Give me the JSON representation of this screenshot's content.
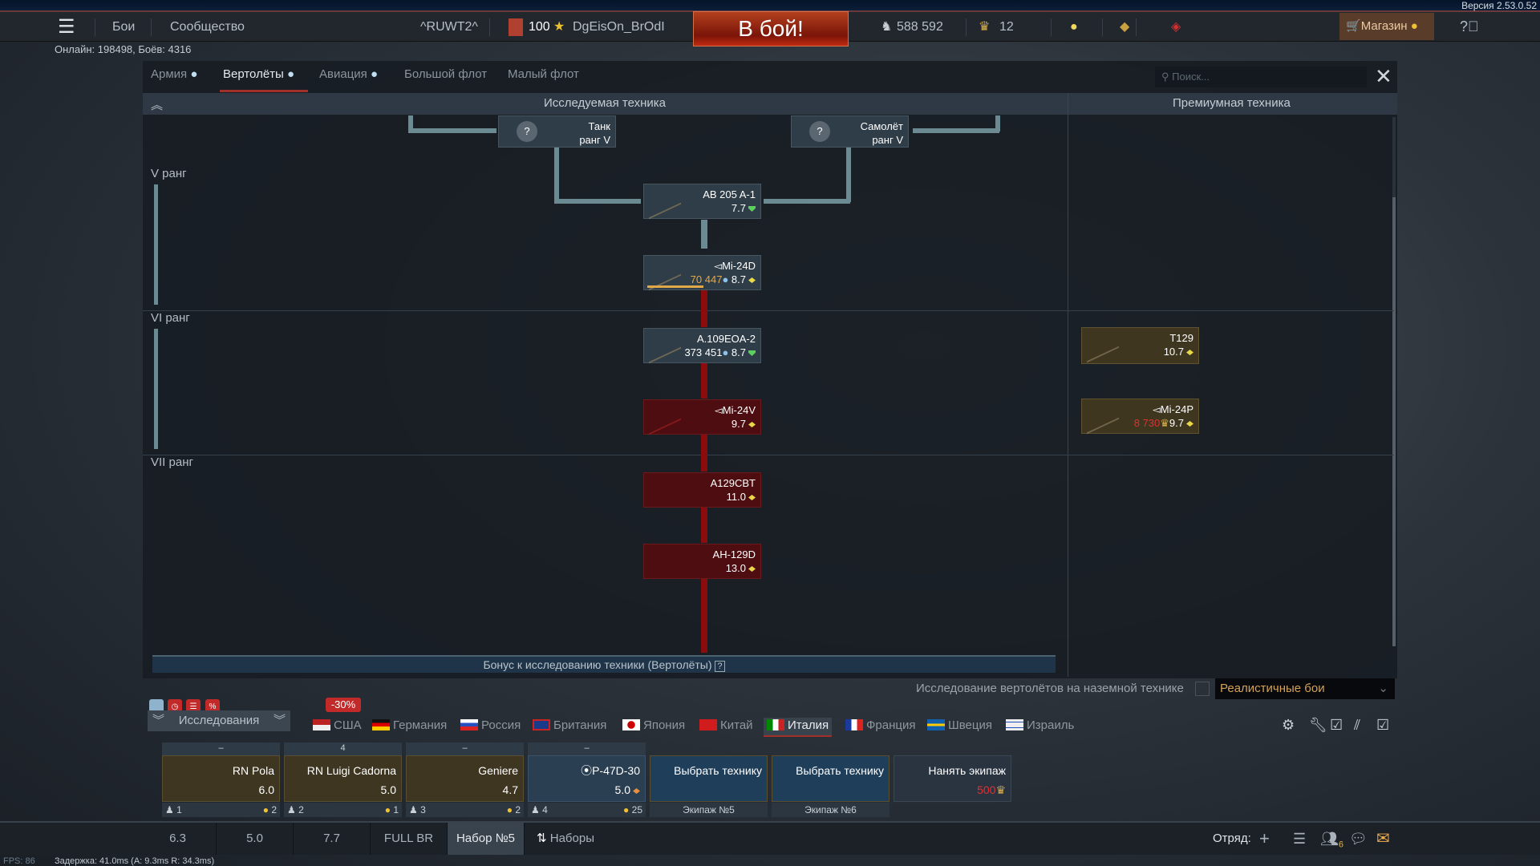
{
  "version": "Версия 2.53.0.52",
  "topbar": {
    "battles": "Бои",
    "community": "Сообщество",
    "squadron": "^RUWT2^",
    "level": "100",
    "nickname": "DgEisOn_BrOdI",
    "battle_button": "В бой!",
    "silver_lions": "588 592",
    "golden_eagles": "12",
    "shop": "Магазин"
  },
  "online": "Онлайн: 198498, Боёв: 4316",
  "tabs": [
    {
      "label": "Армия"
    },
    {
      "label": "Вертолёты",
      "active": true
    },
    {
      "label": "Авиация"
    },
    {
      "label": "Большой флот"
    },
    {
      "label": "Малый флот"
    }
  ],
  "search": {
    "placeholder": "Поиск..."
  },
  "tree": {
    "researched_header": "Исследуемая техника",
    "premium_header": "Премиумная техника",
    "ranks": [
      "V ранг",
      "VI ранг",
      "VII ранг"
    ],
    "prereqs": [
      {
        "title": "Танк",
        "subtitle": "ранг V"
      },
      {
        "title": "Самолёт",
        "subtitle": "ранг V"
      }
    ],
    "nodes": [
      {
        "name": "AB 205 A-1",
        "br": "7.7",
        "status": "researched"
      },
      {
        "name": "◅Mi-24D",
        "rp": "70 447",
        "br": "8.7",
        "status": "researching"
      },
      {
        "name": "A.109EOA-2",
        "rp": "373 451",
        "br": "8.7",
        "status": "researched"
      },
      {
        "name": "◅Mi-24V",
        "br": "9.7",
        "status": "locked"
      },
      {
        "name": "A129CBT",
        "br": "11.0",
        "status": "locked"
      },
      {
        "name": "AH-129D",
        "br": "13.0",
        "status": "locked"
      }
    ],
    "premium": [
      {
        "name": "T129",
        "br": "10.7"
      },
      {
        "name": "◅Mi-24P",
        "price": "8 730",
        "br": "9.7"
      }
    ],
    "bonus": "Бонус к исследованию техники (Вертолёты)",
    "bonus_help": "?"
  },
  "research_toggle": "Исследование вертолётов на наземной технике",
  "mode": "Реалистичные бои",
  "research_dropdown": "Исследования",
  "discount": "-30%",
  "countries": [
    {
      "label": "США"
    },
    {
      "label": "Германия"
    },
    {
      "label": "Россия"
    },
    {
      "label": "Британия"
    },
    {
      "label": "Япония"
    },
    {
      "label": "Китай"
    },
    {
      "label": "Италия",
      "active": true
    },
    {
      "label": "Франция"
    },
    {
      "label": "Швеция"
    },
    {
      "label": "Израиль"
    }
  ],
  "slots": [
    {
      "top": "–",
      "name": "RN Pola",
      "br": "6.0",
      "crew": "1",
      "cost": "2"
    },
    {
      "top": "4",
      "name": "RN Luigi Cadorna",
      "br": "5.0",
      "crew": "2",
      "cost": "1"
    },
    {
      "top": "–",
      "name": "Geniere",
      "br": "4.7",
      "crew": "3",
      "cost": "2"
    },
    {
      "top": "–",
      "name": "⦿P-47D-30",
      "br": "5.0",
      "crew": "4",
      "cost": "25"
    },
    {
      "name": "Выбрать технику",
      "crew_label": "Экипаж №5"
    },
    {
      "name": "Выбрать технику",
      "crew_label": "Экипаж №6"
    },
    {
      "name": "Нанять экипаж",
      "price": "500"
    }
  ],
  "bottombar": {
    "presets": [
      "6.3",
      "5.0",
      "7.7",
      "FULL BR",
      "Набор №5"
    ],
    "sets": "Наборы",
    "squad": "Отряд:",
    "friends_count": "6"
  },
  "fps": "FPS: 86",
  "latency": "Задержка: 41.0ms (A: 9.3ms R: 34.3ms)",
  "colors": {
    "accent": "#a0302a",
    "locked": "#4e0d10",
    "premium": "#3f3620",
    "mode": "#d5a258"
  }
}
